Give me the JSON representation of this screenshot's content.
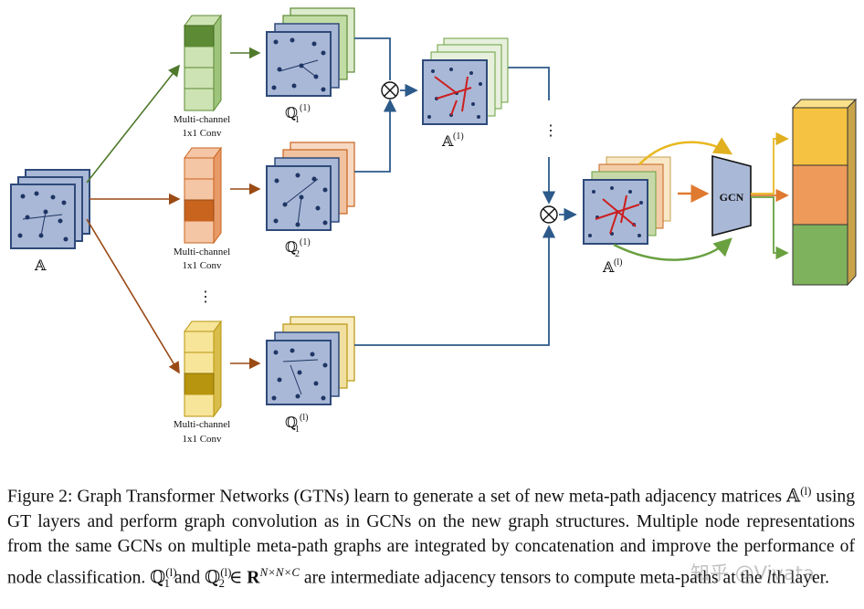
{
  "diagram": {
    "labels": {
      "input": "𝔸",
      "conv_1": "Multi-channel",
      "conv_1b": "1x1 Conv",
      "conv_2": "Multi-channel",
      "conv_2b": "1x1 Conv",
      "conv_3": "Multi-channel",
      "conv_3b": "1x1 Conv",
      "q1": "ℚ",
      "q1_sub": "1",
      "q1_sup": "(1)",
      "q2": "ℚ",
      "q2_sub": "2",
      "q2_sup": "(1)",
      "ql": "ℚ",
      "ql_sub": "1",
      "ql_sup": "(l)",
      "a1": "𝔸",
      "a1_sup": "(1)",
      "al": "𝔸",
      "al_sup": "(l)",
      "gcn": "GCN",
      "vdots_1": "⋮",
      "vdots_2": "⋮",
      "otimes_1": "⊗",
      "otimes_2": "⊗"
    },
    "colors": {
      "matrix": "#a9b8d6",
      "matrix_border": "#2f4a7a",
      "node": "#1e3565",
      "green": "#5d8a35",
      "green_light": "#cde3b3",
      "orange": "#c8641e",
      "orange_light": "#f5c6a5",
      "yellow": "#b8950e",
      "yellow_light": "#f7e59a",
      "edge_red": "#cc1f1f",
      "blue_line": "#2c5a8a",
      "out_yellow": "#f5c242",
      "out_orange": "#ee9a5a",
      "out_green": "#7fb25c"
    }
  },
  "caption": {
    "text_1": "Figure 2: Graph Transformer Networks (GTNs) learn to generate a set of new meta-path adjacency matrices ",
    "sym_1": "𝔸",
    "sup_1": "(l)",
    "text_2": " using GT layers and perform graph convolution as in GCNs on the new graph structures. Multiple node representations from the same GCNs on multiple meta-path graphs are integrated by concatenation and improve the performance of node classification. ",
    "sym_2": "ℚ",
    "sup_2": "(l)",
    "sub_2": "1",
    "text_3": " and ",
    "sym_3": "ℚ",
    "sup_3": "(l)",
    "sub_3": "2",
    "text_4": " ∈ ",
    "sym_4": "R",
    "sup_4": "N×N×C",
    "text_5": " are intermediate adjacency tensors to compute meta-paths at the ",
    "var_l": "l",
    "text_6": "th layer."
  },
  "watermark": "知乎 @Vivata"
}
